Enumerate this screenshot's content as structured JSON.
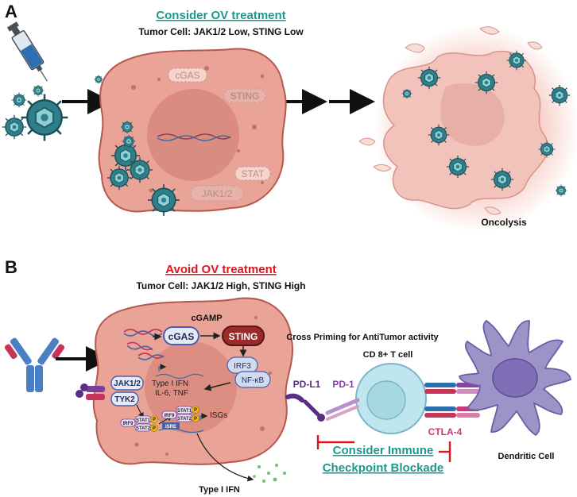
{
  "panel_a": {
    "label": "A",
    "title": "Consider OV treatment",
    "subtitle": "Tumor Cell: JAK1/2 Low, STING Low",
    "proteins": [
      "cGAS",
      "STING",
      "STAT",
      "JAK1/2"
    ],
    "result_label": "Oncolysis"
  },
  "panel_b": {
    "label": "B",
    "title": "Avoid OV treatment",
    "subtitle": "Tumor Cell: JAK1/2 High, STING High",
    "cgas": "cGAS",
    "cgamp": "cGAMP",
    "sting": "STING",
    "irf3": "IRF3",
    "nfkb": "NF-κB",
    "jak": "JAK1/2",
    "tyk": "TYK2",
    "type1_ifn_nucleus": "Type I IFN",
    "il6_tnf": "IL-6, TNF",
    "isgs": "ISGs",
    "stat1": "STAT1",
    "stat2": "STAT2",
    "irf9": "IRF9",
    "isre": "ISRE",
    "p": "P",
    "type1_ifn_secreted": "Type I IFN",
    "cross_priming": "Cross Priming for AntiTumor activity",
    "tcell": "CD 8+ T cell",
    "pdl1": "PD-L1",
    "pd1": "PD-1",
    "ctla4": "CTLA-4",
    "icb_line1": "Consider Immune",
    "icb_line2": "Checkpoint Blockade",
    "dendritic": "Dendritic Cell"
  },
  "colors": {
    "teal": "#1a9a8c",
    "red": "#e0141e",
    "tumor_fill": "#e9a397",
    "tumor_edge": "#b5584d",
    "virus": "#2e7f8a",
    "sting_dark": "#9c2a2a",
    "tcell": "#bfe6ef",
    "dc": "#9e93c7",
    "pd1_purple": "#8a3fa8",
    "ctla4_pink": "#d2357a"
  }
}
